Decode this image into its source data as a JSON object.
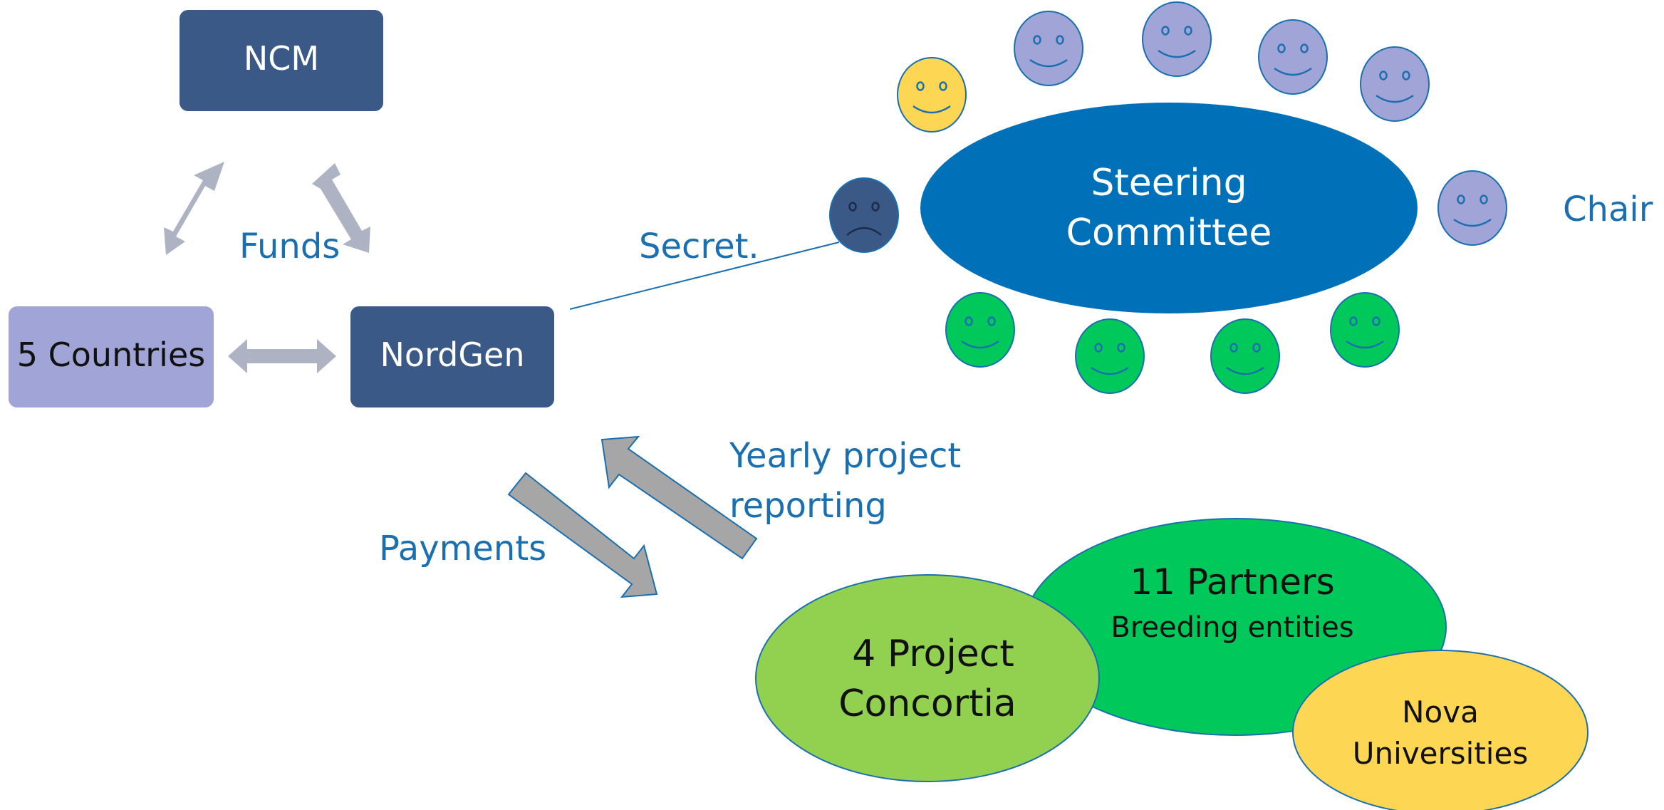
{
  "colors": {
    "navy_box": "#3A5986",
    "countries_box": "#A0A4D6",
    "steering_blue": "#0070B8",
    "label_blue": "#1A6FB0",
    "arrow_gray": "#ADB3C2",
    "arrow_dark_gray": "#A6A6A6",
    "face_purple": "#A0A4D6",
    "face_yellow": "#FDD753",
    "face_green": "#00C85A",
    "face_navy": "#3A5986",
    "concortia_green": "#92D050",
    "partners_green": "#00C85A",
    "nova_yellow": "#FDD753"
  },
  "nodes": {
    "ncm": "NCM",
    "countries": "5 Countries",
    "nordgen": "NordGen",
    "steering_line1": "Steering",
    "steering_line2": "Committee",
    "concortia_line1": "4 Project",
    "concortia_line2": "Concortia",
    "partners_line1": "11 Partners",
    "partners_line2": "Breeding entities",
    "nova_line1": "Nova",
    "nova_line2": "Universities"
  },
  "labels": {
    "funds": "Funds",
    "secret": "Secret.",
    "chair": "Chair",
    "payments": "Payments",
    "reporting_line1": "Yearly project",
    "reporting_line2": "reporting"
  },
  "faces": [
    {
      "name": "face-yellow-member",
      "mood": "happy",
      "color": "yellow"
    },
    {
      "name": "face-purple-member-1",
      "mood": "happy",
      "color": "purple"
    },
    {
      "name": "face-purple-member-2",
      "mood": "happy",
      "color": "purple"
    },
    {
      "name": "face-purple-member-3",
      "mood": "happy",
      "color": "purple"
    },
    {
      "name": "face-purple-member-4",
      "mood": "happy",
      "color": "purple"
    },
    {
      "name": "face-chair",
      "mood": "happy",
      "color": "purple"
    },
    {
      "name": "face-secretary",
      "mood": "sad",
      "color": "navy"
    },
    {
      "name": "face-green-member-1",
      "mood": "happy",
      "color": "green"
    },
    {
      "name": "face-green-member-2",
      "mood": "happy",
      "color": "green"
    },
    {
      "name": "face-green-member-3",
      "mood": "happy",
      "color": "green"
    },
    {
      "name": "face-green-member-4",
      "mood": "happy",
      "color": "green"
    }
  ]
}
